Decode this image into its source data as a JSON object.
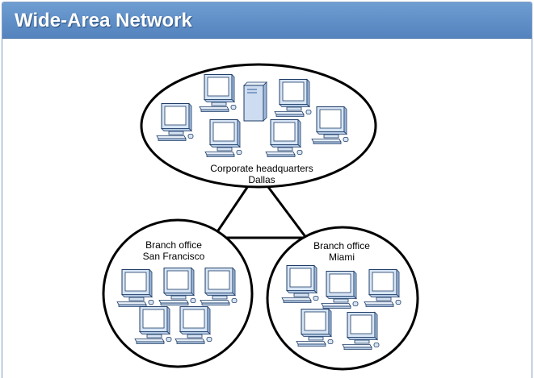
{
  "header": {
    "title": "Wide-Area Network"
  },
  "diagram": {
    "headquarters": {
      "line1": "Corporate headquarters",
      "line2": "Dallas"
    },
    "branch_sf": {
      "line1": "Branch office",
      "line2": "San Francisco"
    },
    "branch_miami": {
      "line1": "Branch office",
      "line2": "Miami"
    },
    "colors": {
      "header": "#5e8dc6",
      "computer_fill": "#d6e4f4",
      "computer_stroke": "#1f3c66",
      "screen": "#ffffff"
    }
  }
}
